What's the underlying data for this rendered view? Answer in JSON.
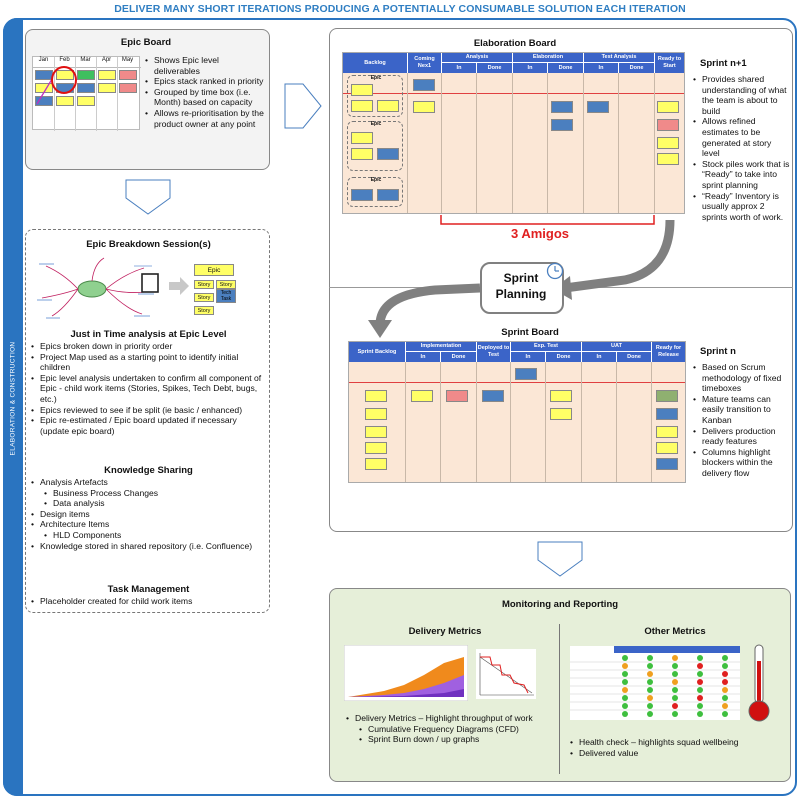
{
  "banner": "DELIVER MANY SHORT ITERATIONS PRODUCING A POTENTIALLY CONSUMABLE SOLUTION EACH ITERATION",
  "side_label": "ELABORATION & CONSTRUCTION",
  "epic_board": {
    "title": "Epic Board",
    "months": [
      "Jan",
      "Feb",
      "Mar",
      "Apr",
      "May"
    ],
    "bullets": [
      "Shows Epic level deliverables",
      "Epics stack ranked in priority",
      "Grouped by time box (i.e. Month) based on capacity",
      "Allows re-prioritisation by the product owner at any point"
    ]
  },
  "epic_breakdown": {
    "title": "Epic Breakdown Session(s)",
    "epic_label": "Epic",
    "story_labels": [
      "Story",
      "Story",
      "Story",
      "Story"
    ],
    "tech_task_label": "Tech Task",
    "jit_title": "Just in Time analysis at Epic Level",
    "jit_bullets": [
      "Epics broken down in priority order",
      "Project Map used as a starting point to identify initial children",
      "Epic level analysis undertaken to confirm all component of Epic - child work items (Stories, Spikes, Tech Debt, bugs, etc.)",
      "Epics reviewed to see if be split (ie basic / enhanced)",
      "Epic re-estimated / Epic board updated if necessary (update epic board)"
    ],
    "knowledge_title": "Knowledge Sharing",
    "knowledge_bullets": [
      {
        "text": "Analysis Artefacts",
        "level": 0
      },
      {
        "text": "Business Process Changes",
        "level": 1
      },
      {
        "text": "Data analysis",
        "level": 1
      },
      {
        "text": "Design items",
        "level": 0
      },
      {
        "text": "Architecture Items",
        "level": 0
      },
      {
        "text": "HLD Components",
        "level": 1
      },
      {
        "text": "Knowledge stored in shared repository (i.e. Confluence)",
        "level": 0
      }
    ],
    "task_title": "Task Management",
    "task_bullets": [
      "Placeholder created for child work items"
    ]
  },
  "elaboration_board": {
    "title": "Elaboration Board",
    "columns": [
      "Backlog",
      "Coming Nex1",
      "Analysis",
      "Elaboration",
      "Test Analysis",
      "Ready to Start"
    ],
    "sub_in": "In",
    "sub_done": "Done",
    "epic_label": "Epic",
    "three_amigos": "3 Amigos"
  },
  "sprint_n1": {
    "title": "Sprint n+1",
    "bullets": [
      "Provides shared understanding of what the team is about to build",
      "Allows refined estimates to be generated at story level",
      "Stock piles work that is “Ready” to take into sprint planning",
      "“Ready” Inventory is usually approx 2 sprints worth of work."
    ]
  },
  "sprint_planning": "Sprint Planning",
  "sprint_board": {
    "title": "Sprint Board",
    "columns": [
      "Sprint Backlog",
      "Implementation",
      "Deployed to Test",
      "Exp. Test",
      "UAT",
      "Ready for Release"
    ],
    "sub_in": "In",
    "sub_done": "Done"
  },
  "sprint_n": {
    "title": "Sprint n",
    "bullets": [
      "Based on Scrum methodology of fixed timeboxes",
      "Mature teams can easily transition to Kanban",
      "Delivers production ready features",
      "Columns highlight blockers within the delivery flow"
    ]
  },
  "monitoring": {
    "title": "Monitoring and Reporting",
    "delivery_title": "Delivery Metrics",
    "delivery_bullets": [
      {
        "text": "Delivery Metrics – Highlight throughput of work",
        "level": 0
      },
      {
        "text": "Cumulative Frequency Diagrams (CFD)",
        "level": 1
      },
      {
        "text": "Sprint Burn down / up graphs",
        "level": 1
      }
    ],
    "other_title": "Other Metrics",
    "other_bullets": [
      "Health check – highlights squad wellbeing",
      "Delivered value"
    ]
  },
  "colors": {
    "accent_blue": "#2a74c0",
    "board_header": "#3b64c8",
    "board_body": "#fbe7d6",
    "amigos_red": "#e02020",
    "monitor_bg": "#e6efd9"
  }
}
